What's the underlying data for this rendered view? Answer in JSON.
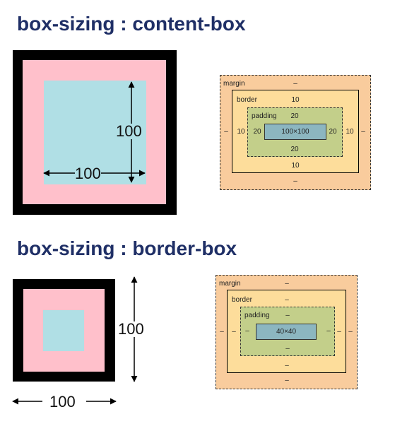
{
  "sections": [
    {
      "title": "box-sizing : content-box",
      "width_label": "100",
      "height_label": "100",
      "box_model": {
        "margin_label": "margin",
        "border_label": "border",
        "padding_label": "padding",
        "margin": {
          "top": "–",
          "right": "–",
          "bottom": "–",
          "left": "–"
        },
        "border": {
          "top": "10",
          "right": "10",
          "bottom": "10",
          "left": "10"
        },
        "padding": {
          "top": "20",
          "right": "20",
          "bottom": "20",
          "left": "20"
        },
        "content": "100×100"
      }
    },
    {
      "title": "box-sizing : border-box",
      "width_label": "100",
      "height_label": "100",
      "box_model": {
        "margin_label": "margin",
        "border_label": "border",
        "padding_label": "padding",
        "margin": {
          "top": "–",
          "right": "–",
          "bottom": "–",
          "left": "–"
        },
        "border": {
          "top": "–",
          "right": "–",
          "bottom": "–",
          "left": "–"
        },
        "padding": {
          "top": "–",
          "right": "–",
          "bottom": "–",
          "left": "–"
        },
        "content": "40×40"
      }
    }
  ],
  "colors": {
    "title": "#1f2f66",
    "border": "#000000",
    "padding": "#ffc0cb",
    "content": "#b0dfe5",
    "devtools_margin": "#f9cc9d",
    "devtools_border": "#fddd9b",
    "devtools_padding": "#c3cf8a",
    "devtools_content": "#8cb6c0"
  }
}
